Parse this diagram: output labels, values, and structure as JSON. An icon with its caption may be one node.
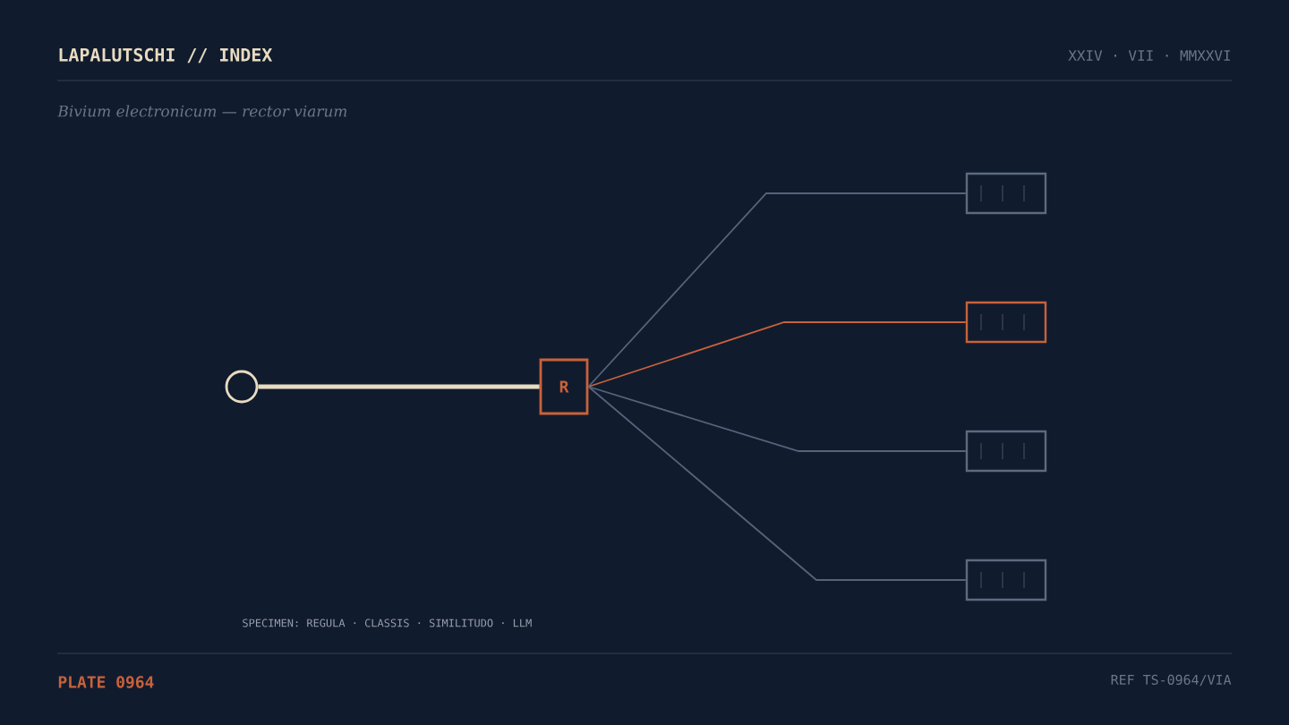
{
  "diagram": {
    "title": "LAPALUTSCHI // INDEX",
    "caption": "Bivium electronicum — rector viarum",
    "nodes": [
      {
        "text": [],
        "shape": "circle"
      },
      {
        "text": [
          "R"
        ]
      },
      {
        "text": [],
        "shape": "box"
      },
      {
        "text": [],
        "shape": "box"
      },
      {
        "text": [],
        "shape": "box"
      },
      {
        "text": [],
        "shape": "box"
      }
    ],
    "edges": [
      {
        "from": 0,
        "to": 1,
        "arrow": "none",
        "style": "thick",
        "color": "#e8dcc0"
      },
      {
        "from": 1,
        "to": 2,
        "arrow": "none"
      },
      {
        "from": 1,
        "to": 3,
        "arrow": "none",
        "color": "#c8623a"
      },
      {
        "from": 1,
        "to": 4,
        "arrow": "none"
      },
      {
        "from": 1,
        "to": 5,
        "arrow": "none"
      }
    ],
    "labels": [
      "XXIV · VII · MMXXVI",
      "SPECIMEN: REGULA · CLASSIS · SIMILITUDO · LLM",
      "PLATE 0964",
      "REF TS-0964/VIA"
    ]
  }
}
